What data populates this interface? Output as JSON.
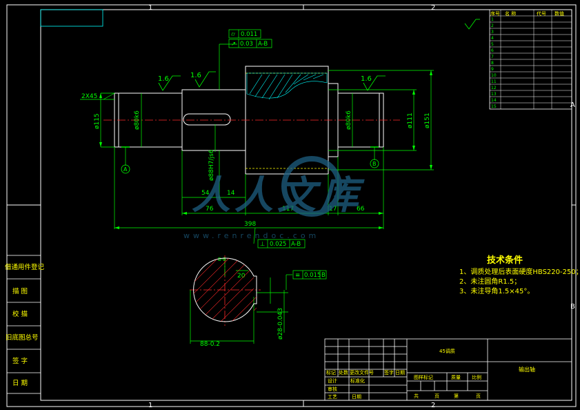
{
  "colors": {
    "background": "#000000",
    "outline": "#ffffff",
    "dimension": "#00ff00",
    "centerline": "#ff2a2a",
    "hidden": "#ffff00",
    "note": "#ffff00",
    "hatch": "#00ffff",
    "watermark": "#1e5f82"
  },
  "zones": {
    "top": [
      "1",
      "2"
    ],
    "bottom": [
      "1",
      "2"
    ],
    "right": [
      "A",
      "B"
    ]
  },
  "dimensions": {
    "chamfer": "2X45",
    "d115": "ø115",
    "d80_left": "ø80k6",
    "d80_right": "ø80k6",
    "d111": "ø111",
    "d151": "ø151",
    "key_fit": "ø88H7/js6",
    "l54": "54",
    "l14": "14",
    "l76": "76",
    "l117": "117",
    "l17": "17",
    "l66": "66",
    "l398": "398",
    "section_w": "88-0.2",
    "section_key": "20",
    "section_depth": "ø28-0.043",
    "section_mark": "B-B"
  },
  "roughness": [
    "1.6",
    "1.6",
    "1.6"
  ],
  "tolerance_frames": {
    "runout_top": {
      "symbol": "⌭",
      "value": "0.011"
    },
    "runout_ab": {
      "symbol": "↗",
      "value": "0.03",
      "datum": "A-B"
    },
    "bottom": {
      "symbol": "⊥",
      "value": "0.025",
      "datum": "A-B"
    },
    "section": {
      "symbol": "≡",
      "value": "0.015",
      "datum": "B"
    }
  },
  "datums": [
    "A",
    "B"
  ],
  "tech_requirements": {
    "title": "技术条件",
    "items": [
      "1、调质处理后表面硬度HBS220-250；",
      "2、未注圆角R1.5；",
      "3、未注导角1.5×45°。"
    ]
  },
  "left_stamp": [
    "借通用件登记",
    "描  图",
    "校  描",
    "旧底图总号",
    "签  字",
    "日  期"
  ],
  "param_table": {
    "header": [
      "序号",
      "名  称",
      "代号",
      "数值"
    ],
    "rows": [
      "1",
      "2",
      "3",
      "4",
      "5",
      "6",
      "7",
      "8",
      "9",
      "10",
      "11",
      "12",
      "13",
      "14",
      "15"
    ]
  },
  "title_block": {
    "material": "45调质",
    "part_name": "输出轴",
    "change_header": [
      "标记",
      "处数",
      "更改文件号",
      "签字",
      "日期"
    ],
    "roles": [
      "设计",
      "审核",
      "工艺",
      "标准化",
      "日期"
    ],
    "stage_header": [
      "图样标记",
      "质量",
      "比例"
    ],
    "sheet": [
      "共",
      "页",
      "第",
      "页"
    ]
  },
  "watermark": {
    "text": "人人文库",
    "url": "www.renrendoc.com"
  }
}
